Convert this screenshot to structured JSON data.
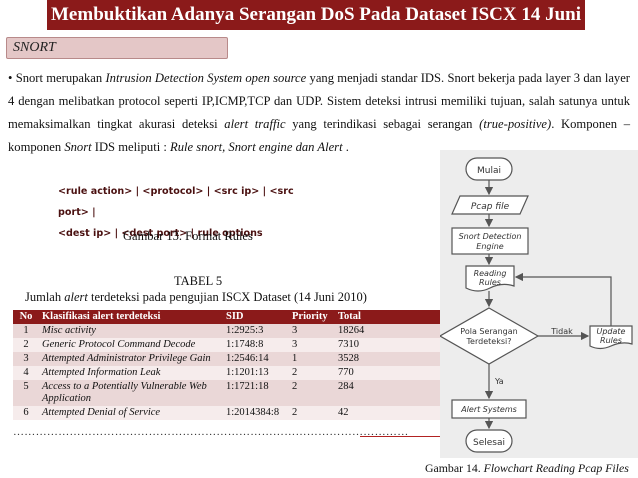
{
  "header": {
    "title": "Membuktikan Adanya Serangan DoS Pada Dataset ISCX 14 Juni"
  },
  "section": {
    "label": "SNORT"
  },
  "paragraph": {
    "bullet": "•",
    "text_1": " Snort merupakan ",
    "text_2_italic": "Intrusion Detection System open source",
    "text_3": " yang menjadi standar IDS. Snort bekerja pada layer 3 dan layer 4 dengan melibatkan protocol seperti IP,ICMP,TCP dan UDP. Sistem deteksi intrusi memiliki tujuan, salah satunya untuk memaksimalkan tingkat akurasi deteksi ",
    "text_4_italic": "alert traffic",
    "text_5": " yang terindikasi sebagai serangan ",
    "text_6_italic": "(true-positive)",
    "text_7": ". Komponen – komponen ",
    "text_8_italic": "Snort",
    "text_9": " IDS meliputi  :  ",
    "text_10_italic": "Rule snort,  Snort engine dan  Alert",
    "text_11": " ."
  },
  "rule_format": {
    "line1": "<rule action> | <protocol> | <src ip> | <src port> |",
    "line2": "<dest ip> | <dest port> | rule options"
  },
  "caption_13": "Gambar 13. Format Rules",
  "table": {
    "title": "TABEL 5",
    "subtitle_1": "Jumlah ",
    "subtitle_2_italic": "alert",
    "subtitle_3": " terdeteksi pada pengujian ISCX Dataset (14 Juni 2010)",
    "headers": [
      "No",
      "Klasifikasi alert terdeteksi",
      "SID",
      "Priority",
      "Total"
    ],
    "rows": [
      [
        "1",
        "Misc activity",
        "1:2925:3",
        "3",
        "18264"
      ],
      [
        "2",
        "Generic Protocol Command Decode",
        "1:1748:8",
        "3",
        "7310"
      ],
      [
        "3",
        "Attempted Administrator Privilege Gain",
        "1:2546:14",
        "1",
        "3528"
      ],
      [
        "4",
        "Attempted Information Leak",
        "1:1201:13",
        "2",
        "770"
      ],
      [
        "5",
        "Access to a Potentially Vulnerable Web Application",
        "1:1721:18",
        "2",
        "284"
      ],
      [
        "6",
        "Attempted Denial of Service",
        "1:2014384:8",
        "2",
        "42"
      ]
    ],
    "dots": "……………………………………………………………………………………………"
  },
  "flowchart": {
    "start": "Mulai",
    "pcap": "Pcap file",
    "engine": [
      "Snort Detection",
      "Engine"
    ],
    "rules": [
      "Reading",
      "Rules"
    ],
    "decision": [
      "Pola Serangan",
      "Terdeteksi?"
    ],
    "no_label": "Tidak",
    "yes_label": "Ya",
    "update": [
      "Update",
      "Rules"
    ],
    "alert": "Alert Systems",
    "end": "Selesai"
  },
  "caption_14": {
    "prefix": "Gambar 14. ",
    "italic": "Flowchart Reading Pcap Files"
  }
}
